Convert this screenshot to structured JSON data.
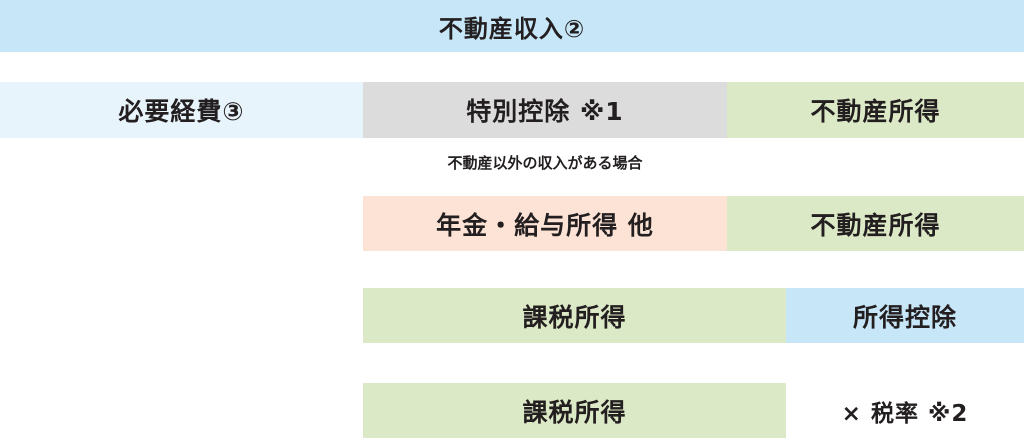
{
  "colors": {
    "blue": "#c7e6f8",
    "light_blue": "#e8f4fc",
    "gray": "#dcdcdc",
    "green": "#dce9c6",
    "peach": "#fde3d6"
  },
  "top_bar": {
    "label": "不動産収入②"
  },
  "row1": {
    "expenses": "必要経費③",
    "special_deduction": "特別控除 ※1",
    "real_estate_income": "不動産所得"
  },
  "note": "不動産以外の収入がある場合",
  "row2": {
    "other_income": "年金・給与所得 他",
    "real_estate_income": "不動産所得"
  },
  "row3": {
    "taxable_income": "課税所得",
    "income_deduction": "所得控除"
  },
  "row4": {
    "taxable_income": "課税所得",
    "tax_rate": "× 税率 ※2"
  }
}
